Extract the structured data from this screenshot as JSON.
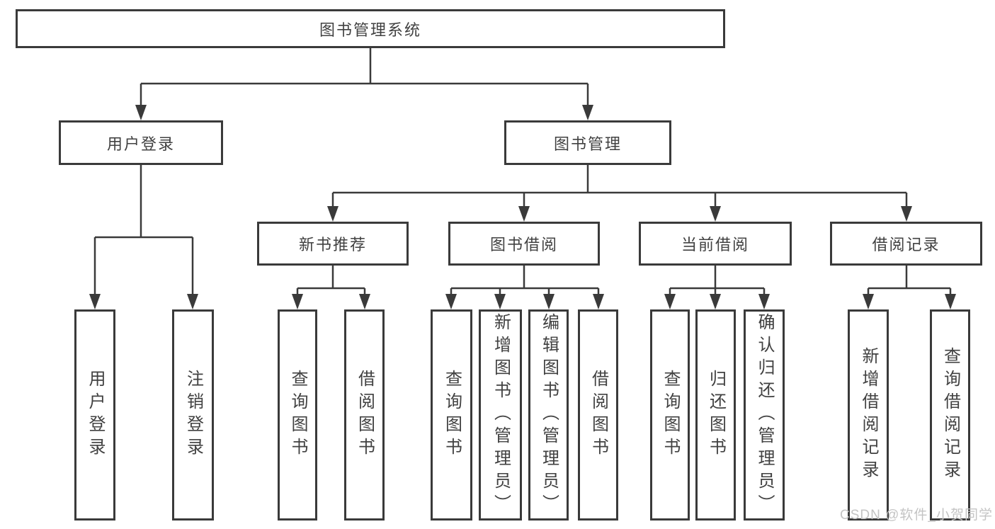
{
  "diagram_title": "图书管理系统",
  "tree": {
    "label": "图书管理系统",
    "children": [
      {
        "label": "用户登录",
        "children": [
          {
            "label": "用户登录"
          },
          {
            "label": "注销登录"
          }
        ]
      },
      {
        "label": "图书管理",
        "children": [
          {
            "label": "新书推荐",
            "children": [
              {
                "label": "查询图书"
              },
              {
                "label": "借阅图书"
              }
            ]
          },
          {
            "label": "图书借阅",
            "children": [
              {
                "label": "查询图书"
              },
              {
                "label": "新增图书（管理员）"
              },
              {
                "label": "编辑图书（管理员）"
              },
              {
                "label": "借阅图书"
              }
            ]
          },
          {
            "label": "当前借阅",
            "children": [
              {
                "label": "查询图书"
              },
              {
                "label": "归还图书"
              },
              {
                "label": "确认归还（管理员）"
              }
            ]
          },
          {
            "label": "借阅记录",
            "children": [
              {
                "label": "新增借阅记录"
              },
              {
                "label": "查询借阅记录"
              }
            ]
          }
        ]
      }
    ]
  },
  "watermark": "CSDN @软件_小贺同学",
  "colors": {
    "line": "#3a3a3a",
    "text": "#414141",
    "background": "#ffffff",
    "watermark": "#c4c4c4"
  }
}
